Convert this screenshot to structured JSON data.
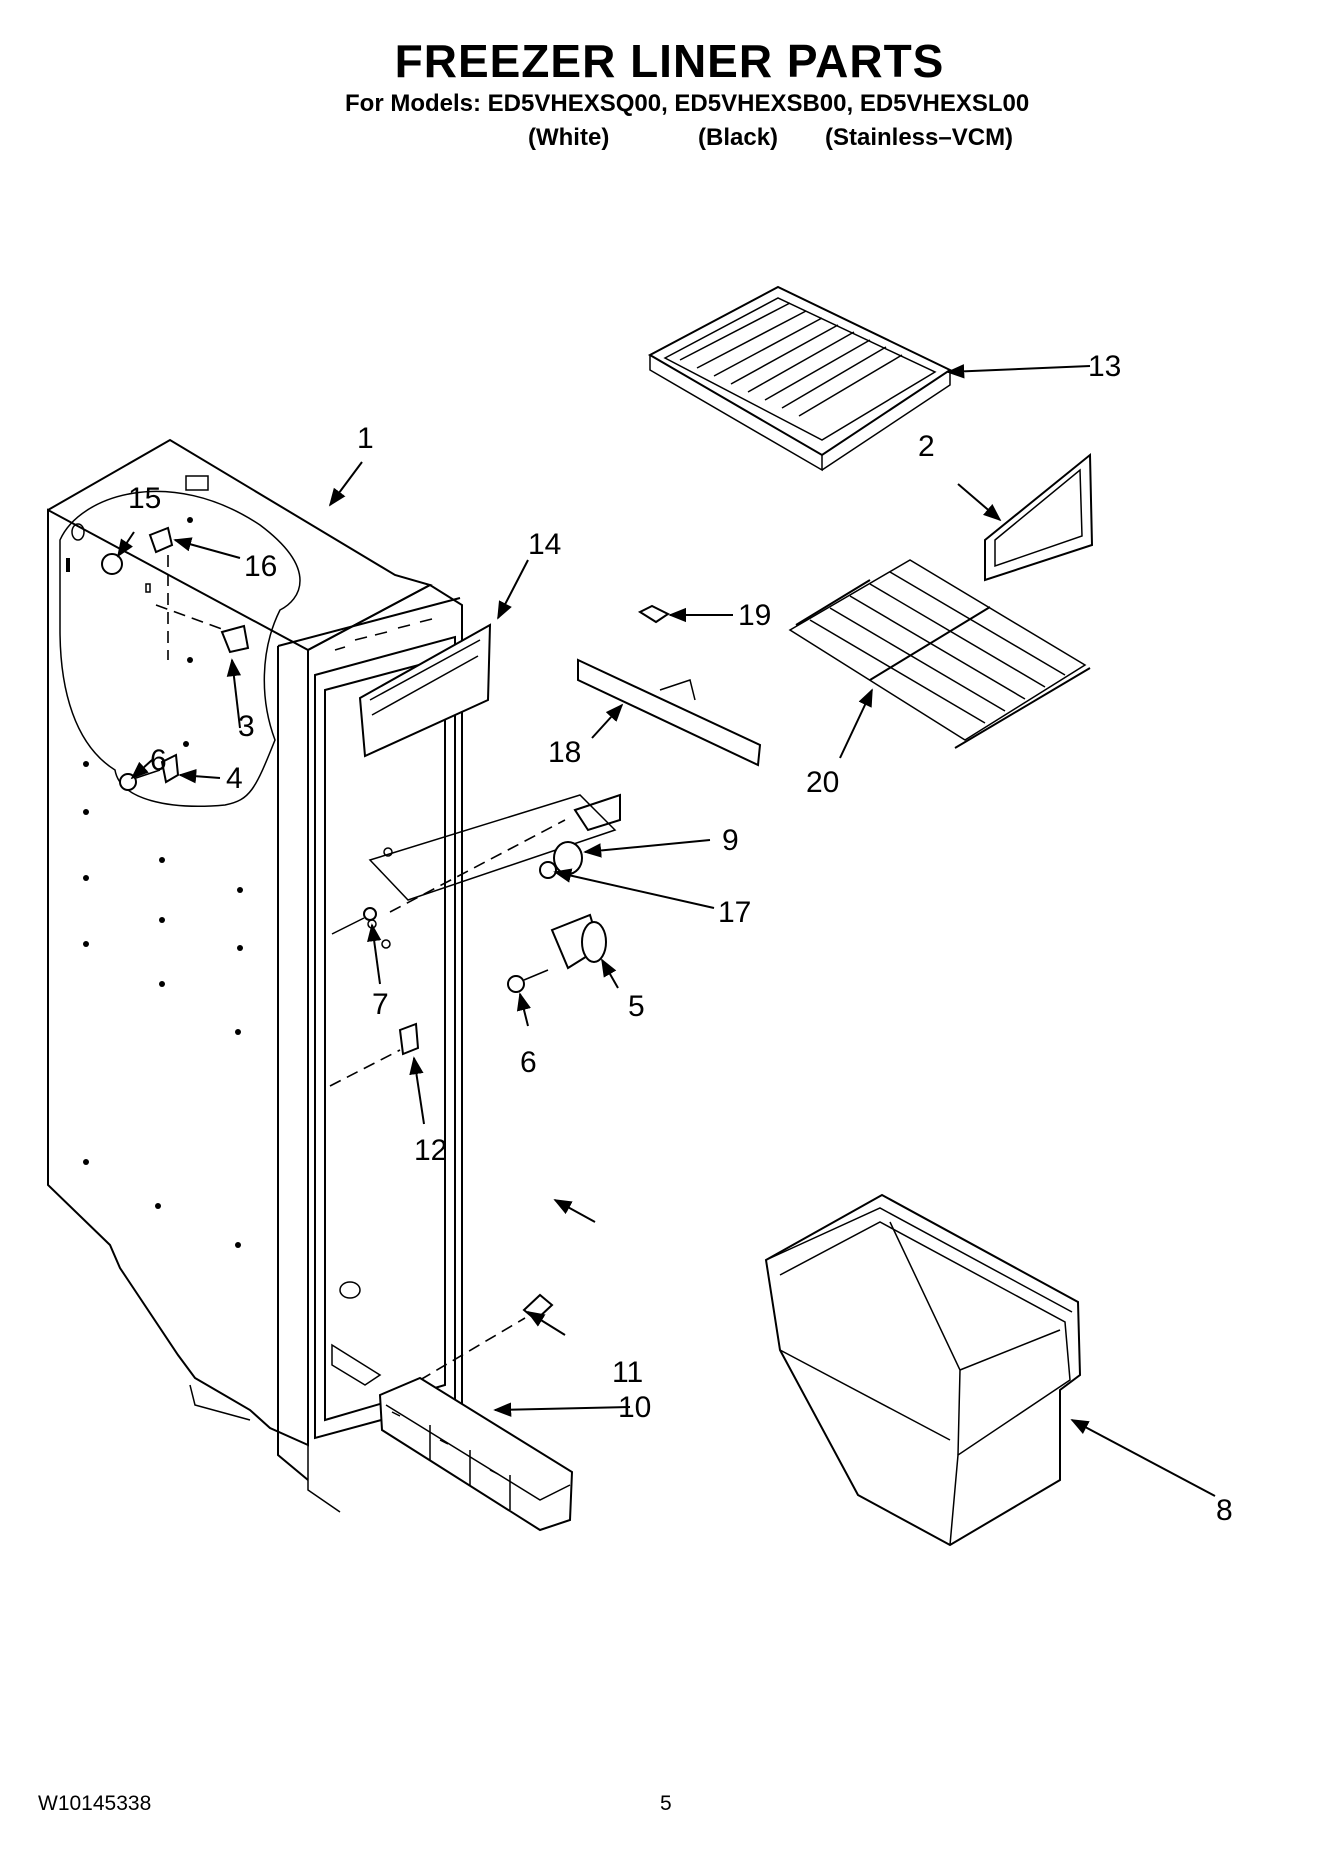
{
  "header": {
    "title": "FREEZER LINER PARTS",
    "models_line": "For Models: ED5VHEXSQ00, ED5VHEXSB00, ED5VHEXSL00",
    "variants": [
      "(White)",
      "(Black)",
      "(Stainless–VCM)"
    ]
  },
  "callouts": {
    "c1": "1",
    "c2": "2",
    "c3": "3",
    "c4": "4",
    "c5": "5",
    "c6a": "6",
    "c6b": "6",
    "c7": "7",
    "c8": "8",
    "c9": "9",
    "c10": "10",
    "c11": "11",
    "c12": "12",
    "c13": "13",
    "c14": "14",
    "c15": "15",
    "c16": "16",
    "c17": "17",
    "c18": "18",
    "c19": "19",
    "c20": "20"
  },
  "footer": {
    "document_code": "W10145338",
    "page_number": "5"
  }
}
